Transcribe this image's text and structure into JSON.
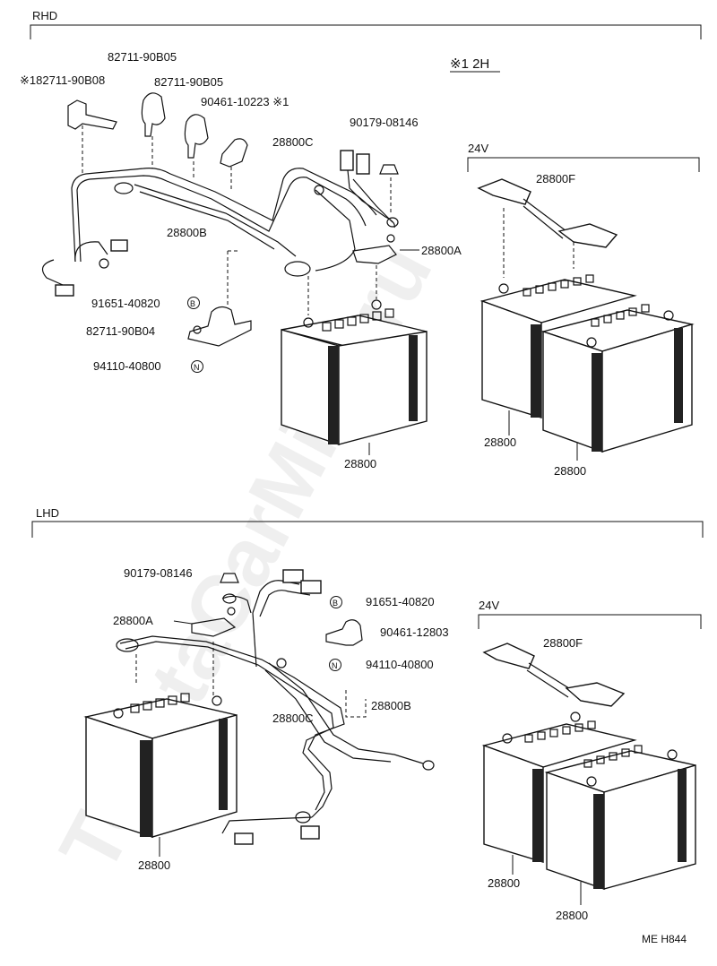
{
  "sections": {
    "rhd": "RHD",
    "lhd": "LHD",
    "v24_top": "24V",
    "v24_bottom": "24V",
    "note": "※1 2H"
  },
  "rhd_labels": {
    "p_8271190b05_a": "82711-90B05",
    "p_8271190b08": "※182711-90B08",
    "p_8271190b05_b": "82711-90B05",
    "p_9046110223": "90461-10223 ※1",
    "p_9017908146": "90179-08146",
    "p_28800c": "28800C",
    "p_28800b": "28800B",
    "p_28800a": "28800A",
    "p_9165140820": "91651-40820",
    "p_8271190b04": "82711-90B04",
    "p_9411040800": "94110-40800",
    "p_28800_main": "28800",
    "p_28800f": "28800F",
    "p_28800_24a": "28800",
    "p_28800_24b": "28800"
  },
  "lhd_labels": {
    "p_9017908146": "90179-08146",
    "p_9165140820": "91651-40820",
    "p_28800a": "28800A",
    "p_9046112803": "90461-12803",
    "p_9411040800": "94110-40800",
    "p_28800b": "28800B",
    "p_28800c": "28800C",
    "p_28800_main": "28800",
    "p_28800f": "28800F",
    "p_28800_24a": "28800",
    "p_28800_24b": "28800"
  },
  "circle_marks": {
    "b": "B",
    "n": "N"
  },
  "watermark": "ToyotaCarMine.ru",
  "footer_code": "ME H844"
}
